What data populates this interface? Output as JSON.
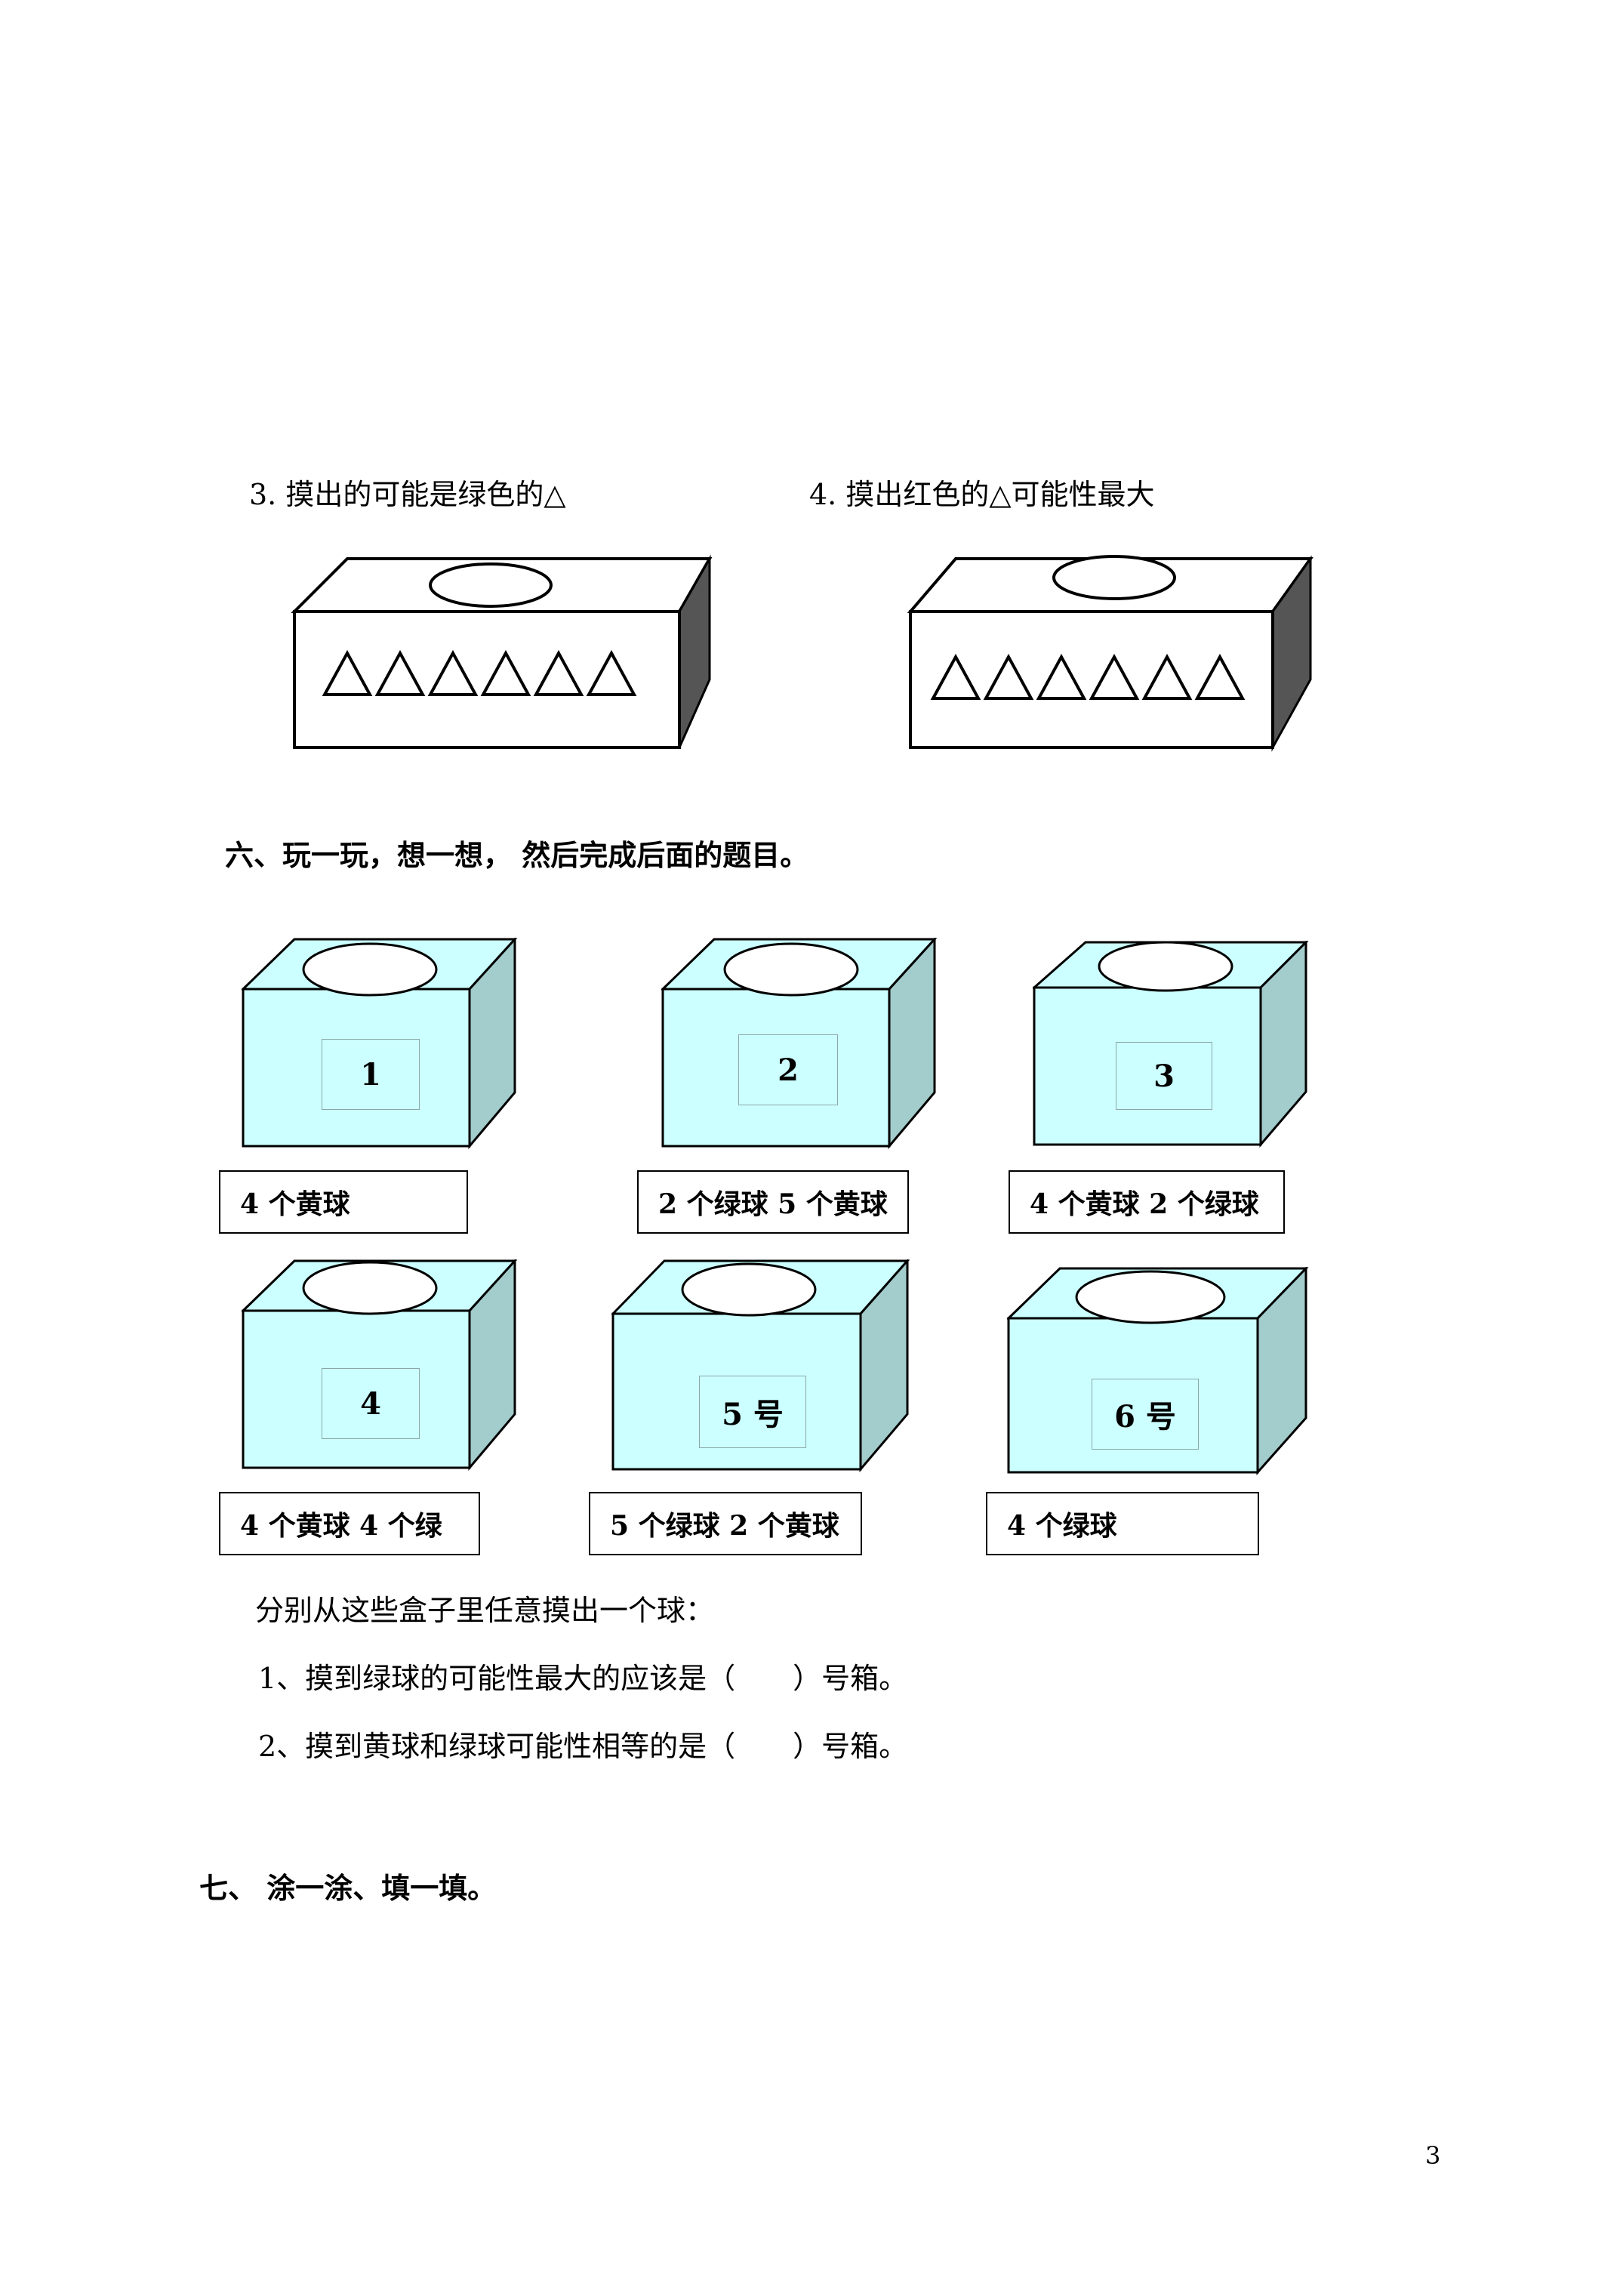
{
  "problems": {
    "p3": "3. 摸出的可能是绿色的△",
    "p4": "4. 摸出红色的△可能性最大"
  },
  "section6": {
    "title": "六、玩一玩，想一想， 然后完成后面的题目。",
    "boxes": [
      {
        "number": "1",
        "label": "4 个黄球"
      },
      {
        "number": "2",
        "label": "2 个绿球 5 个黄球"
      },
      {
        "number": "3",
        "label": "4 个黄球 2 个绿球"
      },
      {
        "number": "4",
        "label": "4 个黄球 4 个绿"
      },
      {
        "number": "5 号",
        "label": "5 个绿球 2 个黄球"
      },
      {
        "number": "6 号",
        "label": "4 个绿球"
      }
    ],
    "intro": "分别从这些盒子里任意摸出一个球：",
    "q1": "1、摸到绿球的可能性最大的应该是（　　）号箱。",
    "q2": "2、摸到黄球和绿球可能性相等的是（　　）号箱。"
  },
  "section7": {
    "title": "七、 涂一涂、填一填。"
  },
  "page_number": "3",
  "colors": {
    "box_front": "#ccffff",
    "box_side": "#a3cccc",
    "box_top": "#ccffff"
  }
}
